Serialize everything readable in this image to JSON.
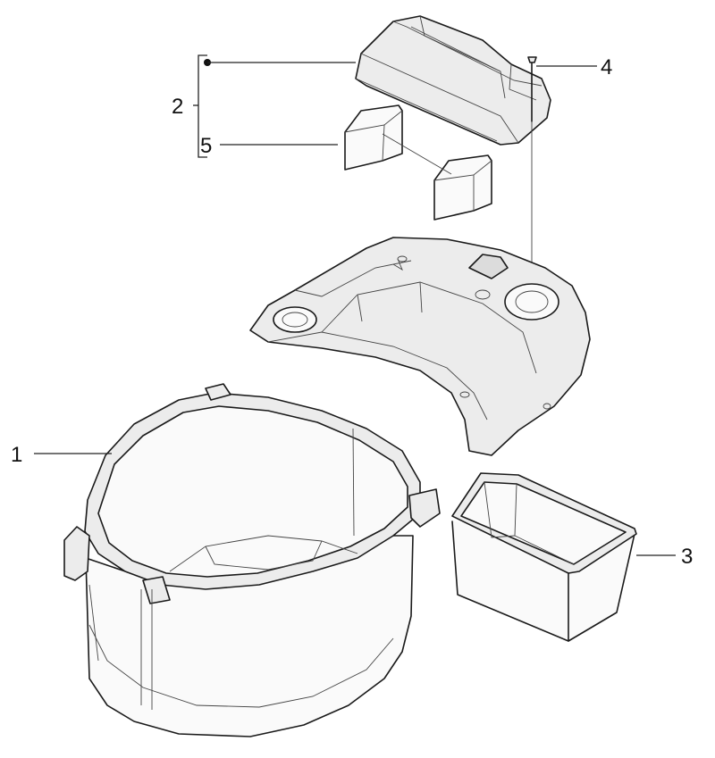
{
  "diagram": {
    "callouts": [
      {
        "id": "1",
        "label": "1"
      },
      {
        "id": "2",
        "label": "2"
      },
      {
        "id": "3",
        "label": "3"
      },
      {
        "id": "4",
        "label": "4"
      },
      {
        "id": "5",
        "label": "5"
      }
    ],
    "parts": [
      {
        "callout": "1",
        "icon": "container-tub-icon"
      },
      {
        "callout": "2",
        "icon": "lid-with-filters-icon"
      },
      {
        "callout": "3",
        "icon": "small-box-insert-icon"
      },
      {
        "callout": "4",
        "icon": "screw-icon"
      },
      {
        "callout": "5",
        "icon": "filter-pad-icon"
      }
    ],
    "colors": {
      "line": "#1a1a1a",
      "part_fill": "#ececec",
      "background": "#ffffff"
    }
  }
}
